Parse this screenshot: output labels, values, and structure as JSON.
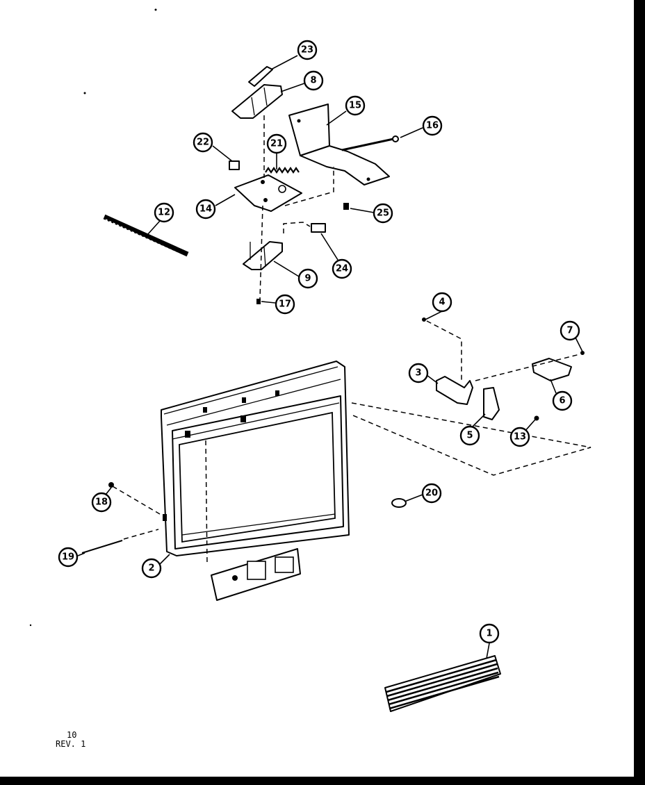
{
  "callouts": [
    {
      "id": "c23",
      "label": "23"
    },
    {
      "id": "c8a",
      "label": "8"
    },
    {
      "id": "c15",
      "label": "15"
    },
    {
      "id": "c16",
      "label": "16"
    },
    {
      "id": "c22",
      "label": "22"
    },
    {
      "id": "c21",
      "label": "21"
    },
    {
      "id": "c14",
      "label": "14"
    },
    {
      "id": "c25",
      "label": "25"
    },
    {
      "id": "c12",
      "label": "12"
    },
    {
      "id": "c24",
      "label": "24"
    },
    {
      "id": "c9",
      "label": "9"
    },
    {
      "id": "c17",
      "label": "17"
    },
    {
      "id": "c4",
      "label": "4"
    },
    {
      "id": "c7",
      "label": "7"
    },
    {
      "id": "c3",
      "label": "3"
    },
    {
      "id": "c6",
      "label": "6"
    },
    {
      "id": "c5",
      "label": "5"
    },
    {
      "id": "c13",
      "label": "13"
    },
    {
      "id": "c18",
      "label": "18"
    },
    {
      "id": "c20",
      "label": "20"
    },
    {
      "id": "c19",
      "label": "19"
    },
    {
      "id": "c2",
      "label": "2"
    },
    {
      "id": "c1",
      "label": "1"
    }
  ],
  "footer": {
    "page": "10",
    "revision": "REV. 1"
  }
}
